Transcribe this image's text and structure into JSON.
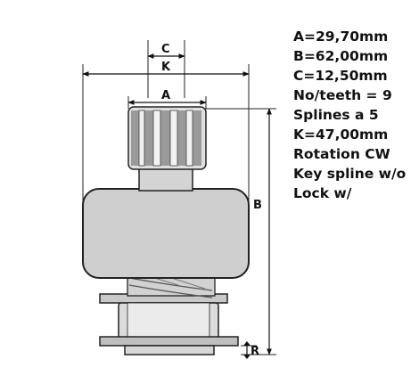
{
  "specs": {
    "items": [
      "A=29,70mm",
      "B=62,00mm",
      "C=12,50mm",
      "No/teeth = 9",
      "Splines a 5",
      "K=47,00mm",
      "Rotation CW",
      "Key spline w/o",
      "Lock w/"
    ]
  },
  "dimension_labels": {
    "c": "C",
    "k": "K",
    "a": "A",
    "b": "B",
    "r": "R"
  }
}
